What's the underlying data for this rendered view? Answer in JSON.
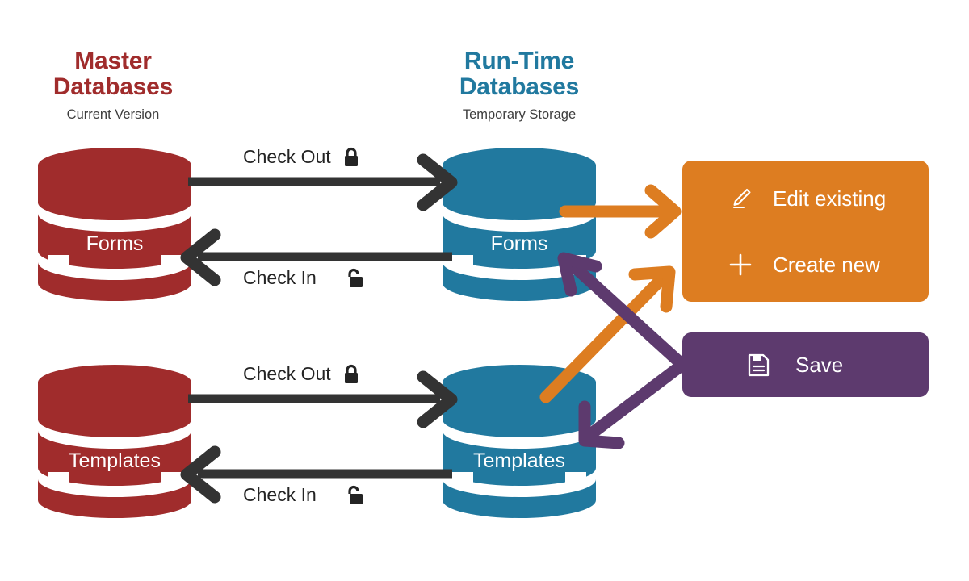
{
  "columns": [
    {
      "title": "Master\nDatabases",
      "subtitle": "Current Version",
      "color": "#A02C2C"
    },
    {
      "title": "Run-Time\nDatabases",
      "subtitle": "Temporary Storage",
      "color": "#21799F"
    }
  ],
  "databases": [
    {
      "name": "Forms",
      "side": "master",
      "color": "#A02C2C"
    },
    {
      "name": "Forms",
      "side": "runtime",
      "color": "#21799F"
    },
    {
      "name": "Templates",
      "side": "master",
      "color": "#A02C2C"
    },
    {
      "name": "Templates",
      "side": "runtime",
      "color": "#21799F"
    }
  ],
  "edges": [
    {
      "label": "Check Out",
      "icon": "lock-closed-icon",
      "direction": "right",
      "row": "forms"
    },
    {
      "label": "Check In",
      "icon": "lock-open-icon",
      "direction": "left",
      "row": "forms"
    },
    {
      "label": "Check Out",
      "icon": "lock-closed-icon",
      "direction": "right",
      "row": "templates"
    },
    {
      "label": "Check In",
      "icon": "lock-open-icon",
      "direction": "left",
      "row": "templates"
    }
  ],
  "panels": [
    {
      "id": "edit-panel",
      "color": "#DD7D21",
      "rows": [
        {
          "icon": "pencil-icon",
          "label": "Edit existing"
        },
        {
          "icon": "plus-icon",
          "label": "Create new"
        }
      ]
    },
    {
      "id": "save-panel",
      "color": "#5D3A6E",
      "rows": [
        {
          "icon": "floppy-disk-icon",
          "label": "Save"
        }
      ]
    }
  ],
  "colors": {
    "master": "#A02C2C",
    "runtime": "#21799F",
    "edit": "#DD7D21",
    "save": "#5D3A6E",
    "arrow": "#333333",
    "background": "#FFFFFF",
    "text": "#242424"
  }
}
